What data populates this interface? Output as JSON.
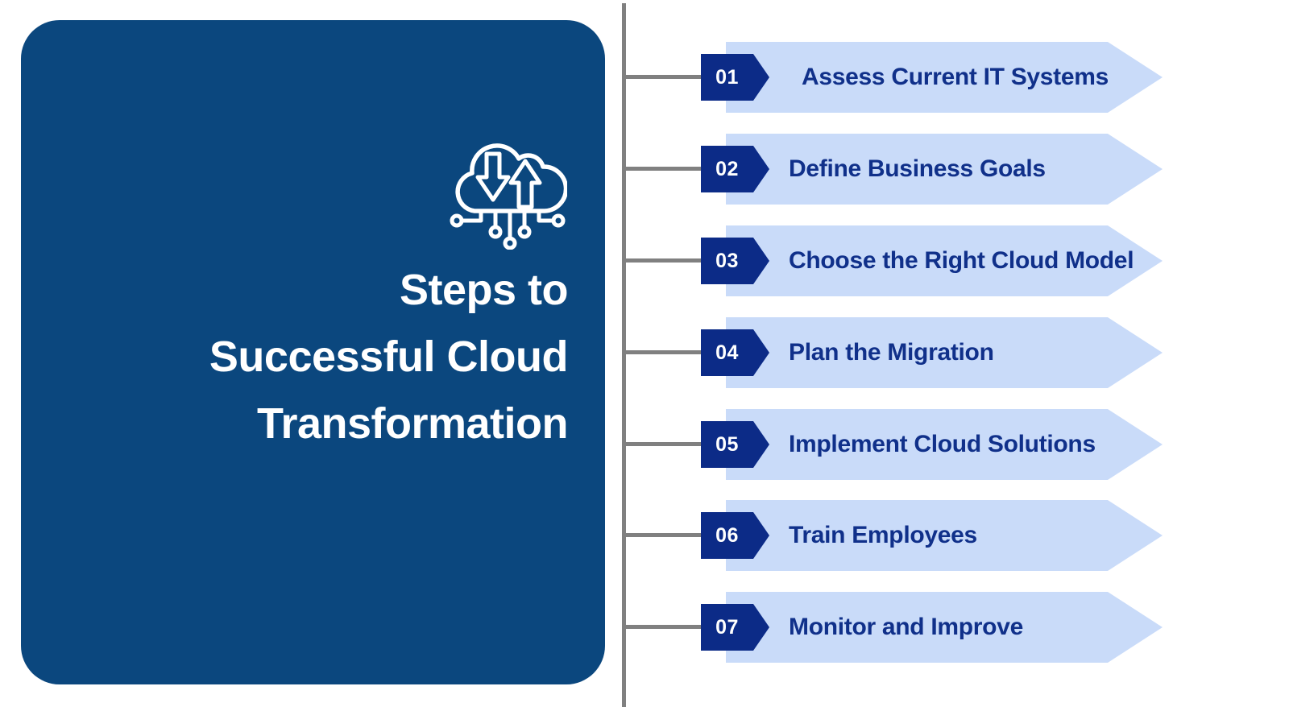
{
  "title_card": {
    "title": "Steps to\nSuccessful Cloud\nTransformation",
    "icon": "cloud-data-transfer-icon"
  },
  "steps": [
    {
      "num": "01",
      "label": "Assess Current IT Systems"
    },
    {
      "num": "02",
      "label": "Define Business Goals"
    },
    {
      "num": "03",
      "label": "Choose the Right Cloud Model"
    },
    {
      "num": "04",
      "label": "Plan the Migration"
    },
    {
      "num": "05",
      "label": "Implement Cloud Solutions"
    },
    {
      "num": "06",
      "label": "Train Employees"
    },
    {
      "num": "07",
      "label": "Monitor and Improve"
    }
  ],
  "colors": {
    "panel_navy": "#0b477e",
    "tag_navy": "#0c2b87",
    "banner_light_blue": "#c9dbf9",
    "step_text_navy": "#10308a",
    "line_gray": "#808080",
    "title_white": "#ffffff"
  }
}
